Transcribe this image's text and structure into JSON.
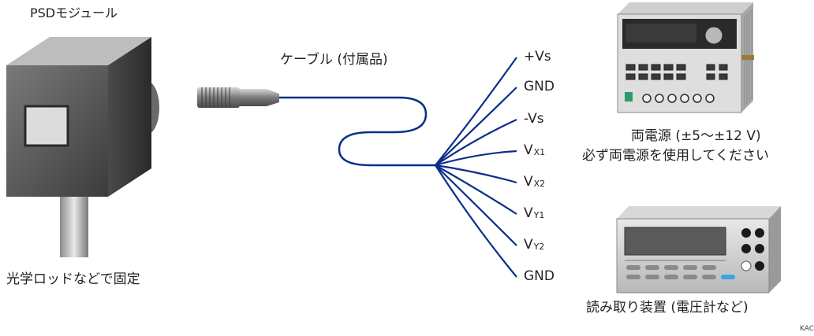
{
  "module": {
    "title": "PSDモジュール",
    "mount_note": "光学ロッドなどで固定"
  },
  "cable": {
    "label": "ケーブル (付属品)",
    "color": "#0a2f8a"
  },
  "wires": [
    {
      "main": "+Vs",
      "sub": ""
    },
    {
      "main": "GND",
      "sub": ""
    },
    {
      "main": "-Vs",
      "sub": ""
    },
    {
      "main": "V",
      "sub": "X1"
    },
    {
      "main": "V",
      "sub": "X2"
    },
    {
      "main": "V",
      "sub": "Y1"
    },
    {
      "main": "V",
      "sub": "Y2"
    },
    {
      "main": "GND",
      "sub": ""
    }
  ],
  "power_supply": {
    "line1": "両電源 (±5～±12 V)",
    "line2": "必ず両電源を使用してください"
  },
  "reader": {
    "label": "読み取り装置 (電圧計など)"
  },
  "code": "KAC"
}
